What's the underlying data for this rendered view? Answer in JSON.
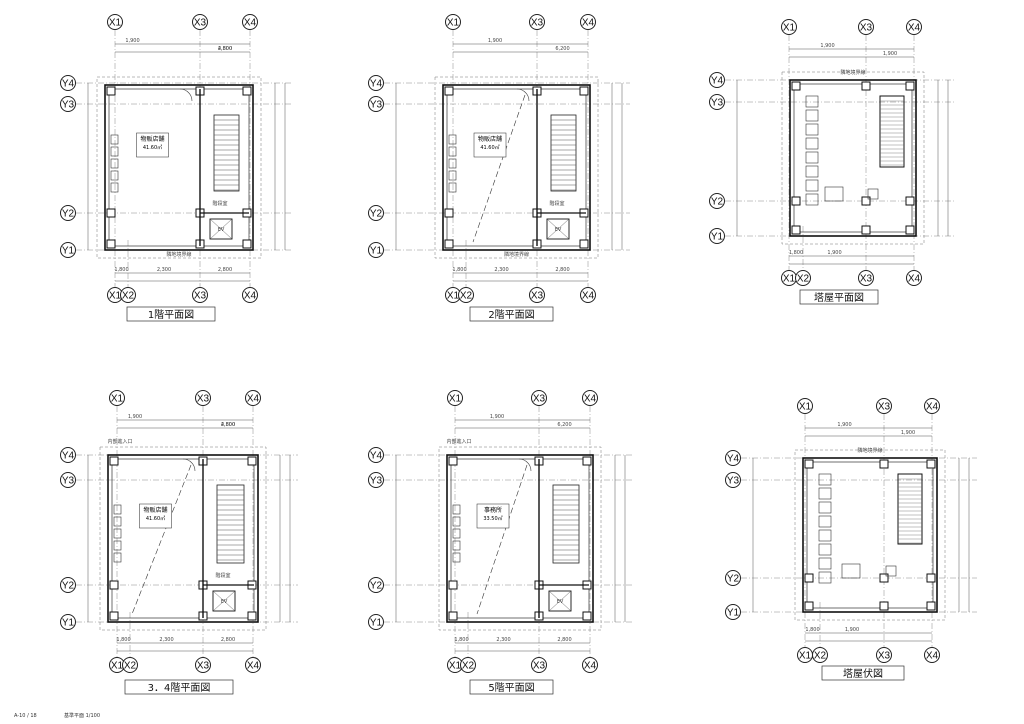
{
  "sheet": {
    "footer_left": "A-10 / 18",
    "footer_right": "基準平面 1/100"
  },
  "plans": [
    {
      "id": "plan-1f",
      "title": "1階平面図",
      "top_axes": [
        "X1",
        "X3",
        "X4"
      ],
      "bottom_axes": [
        "X1",
        "X2",
        "X3",
        "X4"
      ],
      "left_axes": [
        "Y4",
        "Y3",
        "Y2",
        "Y1"
      ],
      "dim_top": [
        "1,900",
        "4,800",
        "2,800"
      ],
      "dim_bottom": [
        "1,800",
        "2,300",
        "2,800"
      ],
      "labels": [
        {
          "text": "物販店舗",
          "sub": "41.60㎡"
        },
        {
          "text": "階段室"
        },
        {
          "text": "EV"
        },
        {
          "text": "隣地境界線"
        }
      ]
    },
    {
      "id": "plan-2f",
      "title": "2階平面図",
      "top_axes": [
        "X1",
        "X3",
        "X4"
      ],
      "bottom_axes": [
        "X1",
        "X2",
        "X3",
        "X4"
      ],
      "left_axes": [
        "Y4",
        "Y3",
        "Y2",
        "Y1"
      ],
      "dim_top": [
        "1,900",
        "6,200"
      ],
      "dim_bottom": [
        "1,800",
        "2,300",
        "2,800"
      ],
      "labels": [
        {
          "text": "物販店舗",
          "sub": "41.60㎡"
        },
        {
          "text": "階段室"
        },
        {
          "text": "EV"
        },
        {
          "text": "隣地境界線"
        }
      ]
    },
    {
      "id": "plan-ph",
      "title": "塔屋平面図",
      "top_axes": [
        "X1",
        "X3",
        "X4"
      ],
      "bottom_axes": [
        "X1",
        "X2",
        "X3",
        "X4"
      ],
      "left_axes": [
        "Y4",
        "Y3",
        "Y2",
        "Y1"
      ],
      "dim_top": [
        "1,900",
        "1,900"
      ],
      "dim_bottom": [
        "1,800",
        "1,900"
      ],
      "labels": [
        {
          "text": "隣地境界線"
        }
      ]
    },
    {
      "id": "plan-34f",
      "title": "3．4階平面図",
      "top_axes": [
        "X1",
        "X3",
        "X4"
      ],
      "bottom_axes": [
        "X1",
        "X2",
        "X3",
        "X4"
      ],
      "left_axes": [
        "Y4",
        "Y3",
        "Y2",
        "Y1"
      ],
      "dim_top": [
        "1,900",
        "4,800",
        "2,800"
      ],
      "dim_bottom": [
        "1,800",
        "2,300",
        "2,800"
      ],
      "labels": [
        {
          "text": "物販店舗",
          "sub": "41.60㎡"
        },
        {
          "text": "階段室"
        },
        {
          "text": "EV"
        },
        {
          "text": "内部進入口"
        }
      ]
    },
    {
      "id": "plan-5f",
      "title": "5階平面図",
      "top_axes": [
        "X1",
        "X3",
        "X4"
      ],
      "bottom_axes": [
        "X1",
        "X2",
        "X3",
        "X4"
      ],
      "left_axes": [
        "Y4",
        "Y3",
        "Y2",
        "Y1"
      ],
      "dim_top": [
        "1,900",
        "6,200"
      ],
      "dim_bottom": [
        "1,800",
        "2,300",
        "2,800"
      ],
      "labels": [
        {
          "text": "事務所",
          "sub": "33.50㎡"
        },
        {
          "text": "EV"
        },
        {
          "text": "内部進入口"
        }
      ]
    },
    {
      "id": "plan-roof",
      "title": "塔屋伏図",
      "top_axes": [
        "X1",
        "X3",
        "X4"
      ],
      "bottom_axes": [
        "X1",
        "X2",
        "X3",
        "X4"
      ],
      "left_axes": [
        "Y4",
        "Y3",
        "Y2",
        "Y1"
      ],
      "dim_top": [
        "1,900",
        "1,900"
      ],
      "dim_bottom": [
        "1,800",
        "1,900"
      ],
      "labels": [
        {
          "text": "隣地境界線"
        }
      ]
    }
  ]
}
